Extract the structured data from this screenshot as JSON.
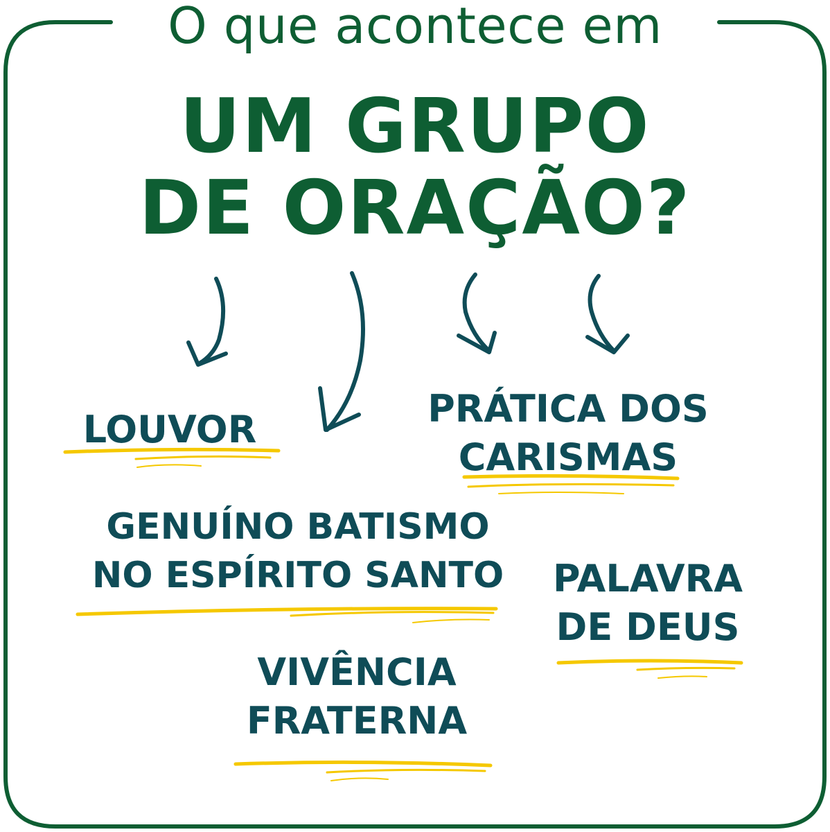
{
  "header": {
    "line1": "O que acontece em",
    "line2": "UM GRUPO",
    "line3": "DE ORAÇÃO?"
  },
  "items": [
    {
      "id": "louvor",
      "lines": [
        "LOUVOR"
      ]
    },
    {
      "id": "carismas",
      "lines": [
        "PRÁTICA DOS",
        "CARISMAS"
      ]
    },
    {
      "id": "batismo",
      "lines": [
        "GENUÍNO BATISMO",
        "NO ESPÍRITO SANTO"
      ]
    },
    {
      "id": "palavra",
      "lines": [
        "PALAVRA",
        "DE DEUS"
      ]
    },
    {
      "id": "vivencia",
      "lines": [
        "VIVÊNCIA",
        "FRATERNA"
      ]
    }
  ],
  "colors": {
    "frame": "#0e5e33",
    "heading": "#0e5e33",
    "item_text": "#0f4c57",
    "arrow": "#0f4c57",
    "underline": "#f5c800"
  },
  "icons": [
    "hand-drawn-arrow-icon",
    "highlighter-underline-icon"
  ]
}
